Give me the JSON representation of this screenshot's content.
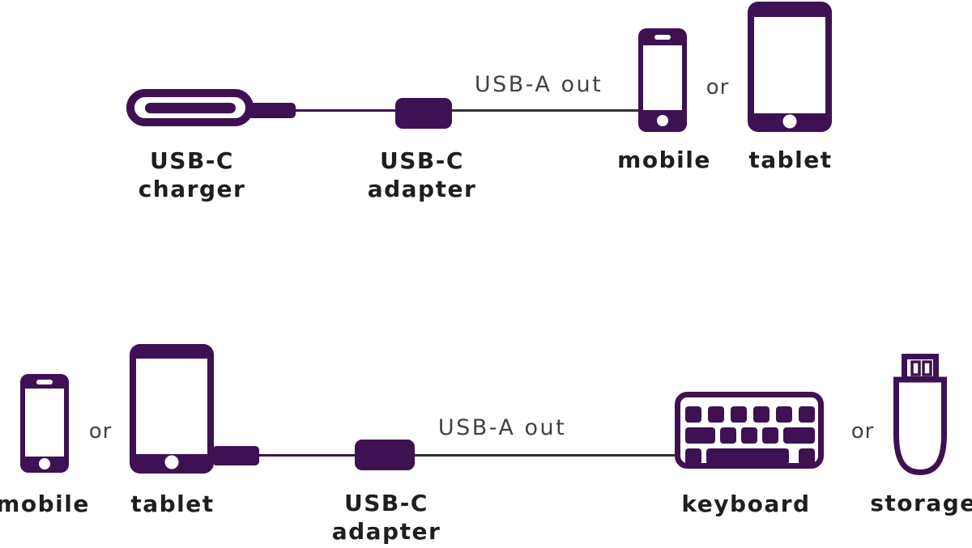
{
  "colors": {
    "purple": "#3E1152",
    "ink": "#1E1E1F",
    "gray_text": "#3F4245",
    "cable_dark": "#2E3033",
    "background": "#FFFFFF"
  },
  "top_flow": {
    "source": {
      "label": "USB-C\ncharger",
      "icon": "usb-c-charger-icon"
    },
    "adapter": {
      "label": "USB-C\nadapter",
      "icon": "usb-c-adapter-icon"
    },
    "cable_label": "USB-A out",
    "or_label": "or",
    "targets": [
      {
        "label": "mobile",
        "icon": "mobile-phone-icon"
      },
      {
        "label": "tablet",
        "icon": "tablet-icon"
      }
    ]
  },
  "bottom_flow": {
    "sources": [
      {
        "label": "mobile",
        "icon": "mobile-phone-icon"
      },
      {
        "label": "tablet",
        "icon": "tablet-icon"
      }
    ],
    "source_or_label": "or",
    "adapter": {
      "label": "USB-C\nadapter",
      "icon": "usb-c-adapter-icon"
    },
    "cable_label": "USB-A out",
    "target_or_label": "or",
    "targets": [
      {
        "label": "keyboard",
        "icon": "keyboard-icon"
      },
      {
        "label": "storage",
        "icon": "usb-storage-icon"
      }
    ]
  }
}
